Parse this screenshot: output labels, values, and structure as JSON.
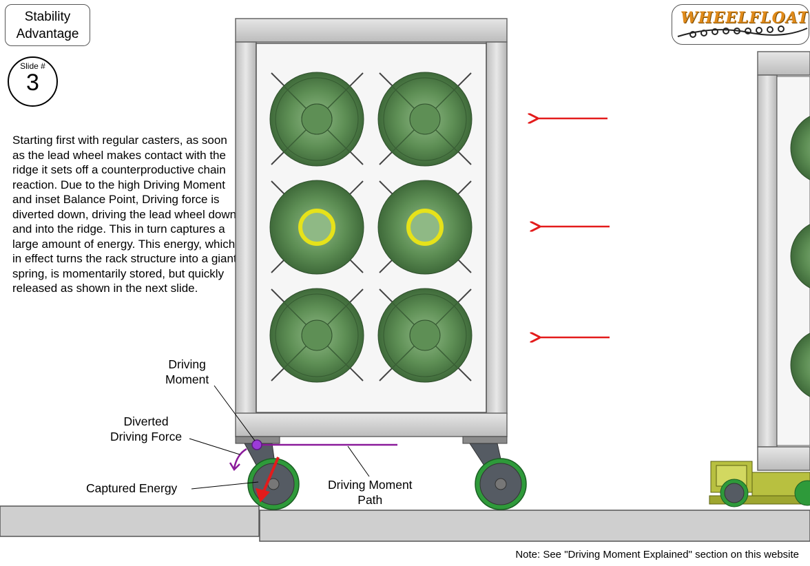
{
  "title": {
    "line1": "Stability",
    "line2": "Advantage"
  },
  "slide": {
    "label": "Slide #",
    "number": "3"
  },
  "description": "Starting first with regular casters, as soon as the lead wheel makes contact with the ridge it sets off a counterproductive chain reaction. Due to the high Driving Moment and inset Balance Point, Driving force is diverted down, driving the lead wheel down and into the ridge.  This in turn captures a large amount of energy. This energy, which in effect turns the rack structure into a giant spring, is momentarily stored, but quickly released as shown in the next slide.",
  "labels": {
    "driving_moment_1": "Driving",
    "driving_moment_2": "Moment",
    "diverted_1": "Diverted",
    "diverted_2": "Driving Force",
    "captured": "Captured Energy",
    "path_1": "Driving Moment",
    "path_2": "Path"
  },
  "note": "Note: See \"Driving Moment Explained\" section on this website",
  "logo": {
    "text": "WHEELFLOATS"
  },
  "colors": {
    "arrow": "#e31b1b",
    "path": "#8a1a9a",
    "disc": "#5e8f55",
    "frame": "#cfcfcf",
    "wheel_tread": "#2e9a3a",
    "highlight_ring": "#e6e21a"
  }
}
